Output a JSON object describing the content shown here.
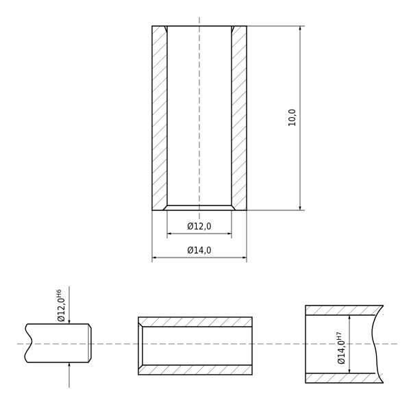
{
  "drawing": {
    "main_view": {
      "height_dim": "10,0",
      "inner_diameter_dim": "Ø12,0",
      "outer_diameter_dim": "Ø14,0"
    },
    "shaft_view": {
      "diameter": "Ø12,0",
      "tolerance": "H6"
    },
    "hole_view": {
      "diameter": "Ø14,0",
      "tolerance": "H7"
    }
  }
}
